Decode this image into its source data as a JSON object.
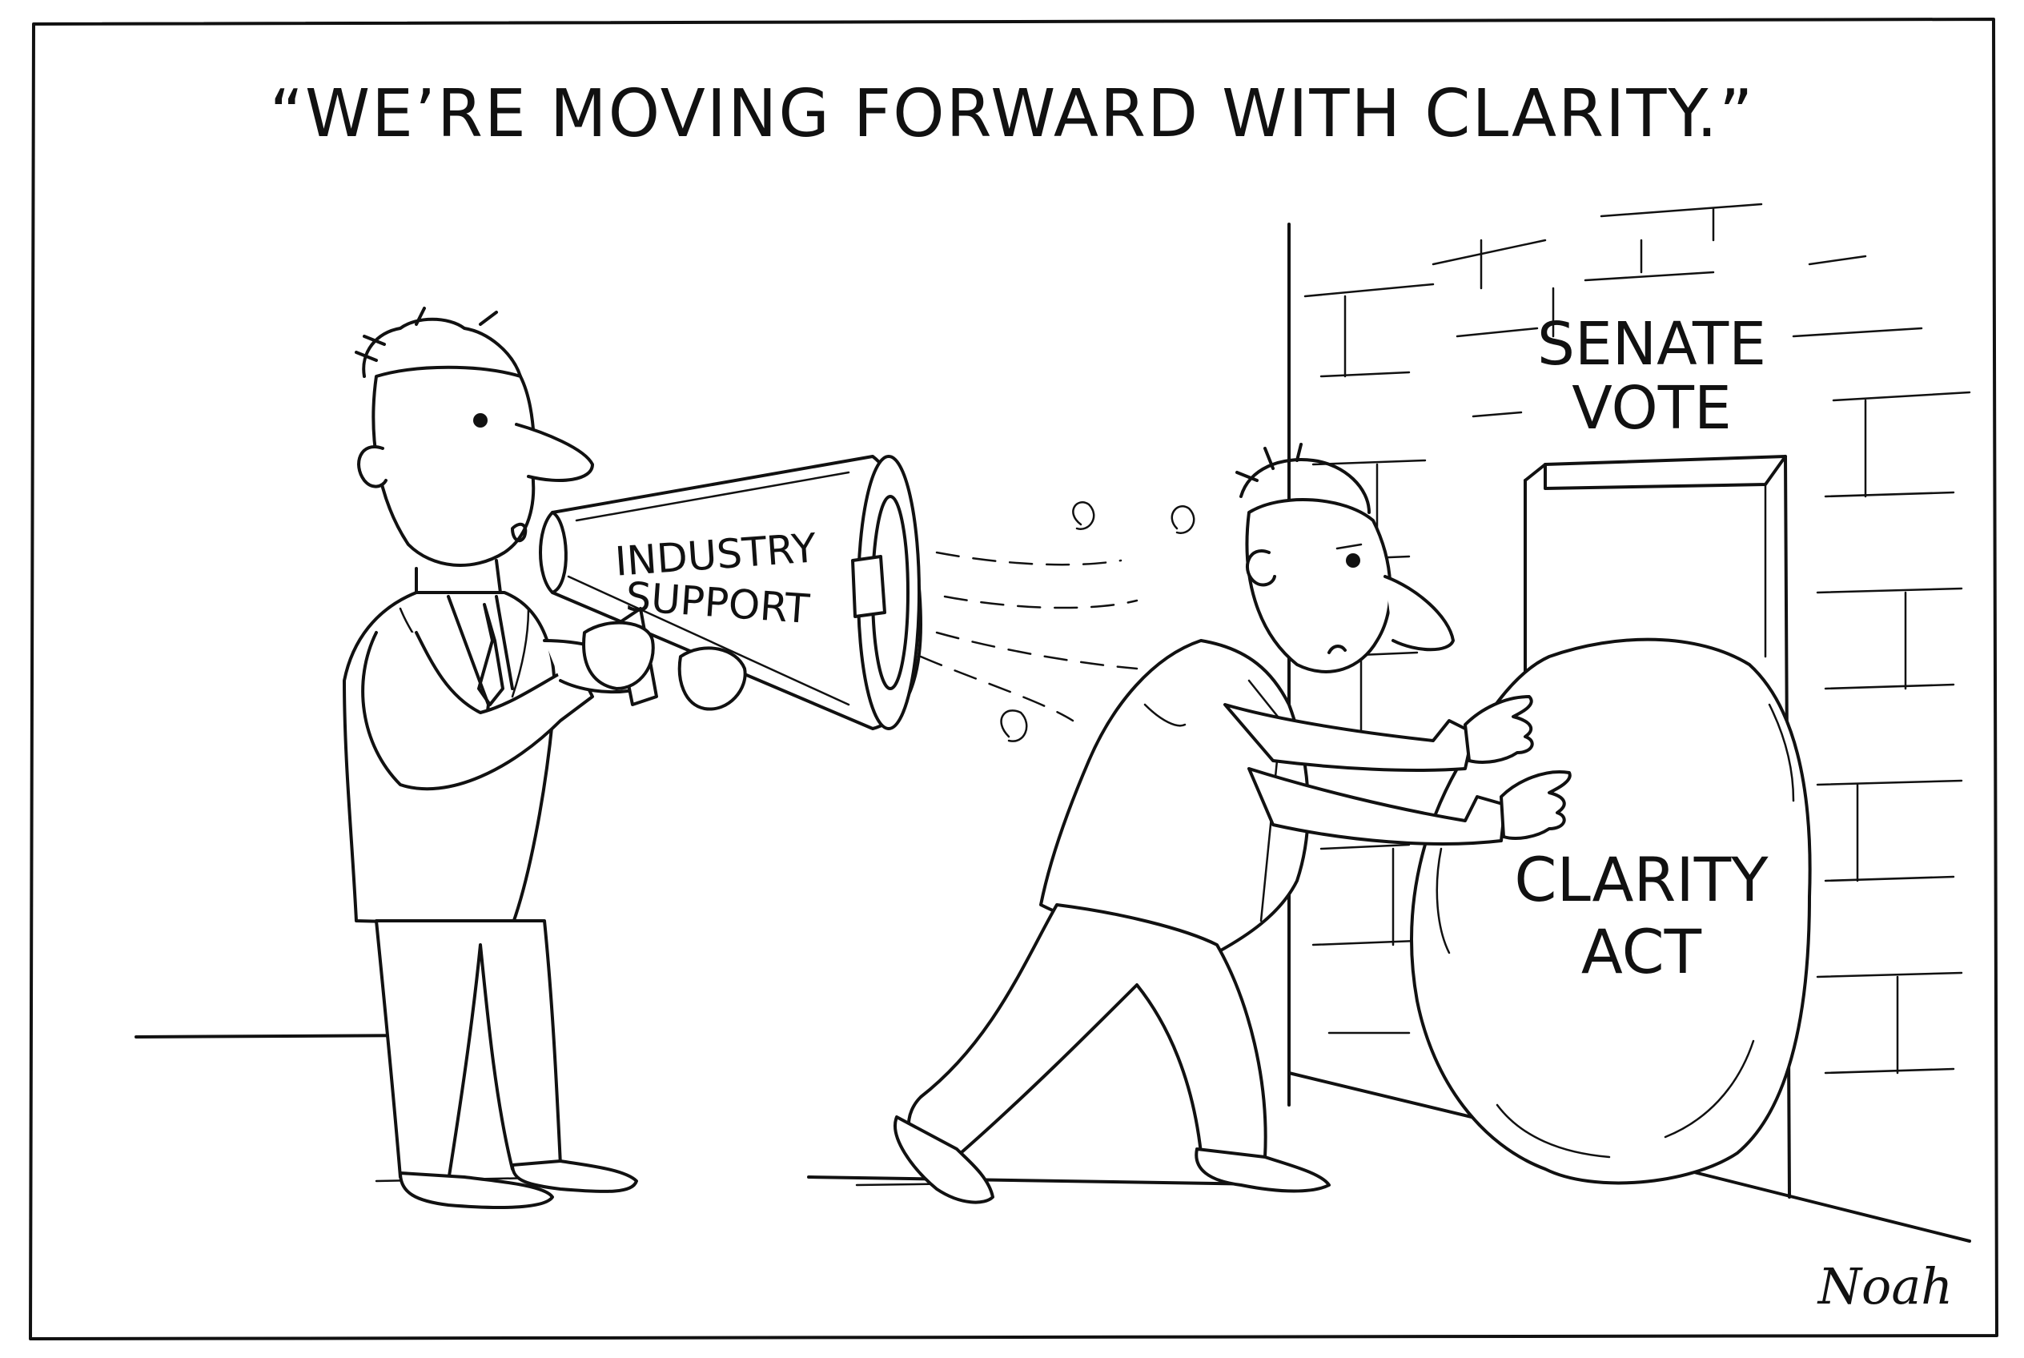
{
  "cartoon": {
    "caption": "“WE’RE MOVING FORWARD WITH CLARITY.”",
    "megaphone_label_line1": "INDUSTRY",
    "megaphone_label_line2": "SUPPORT",
    "door_label_line1": "SENATE",
    "door_label_line2": "VOTE",
    "boulder_label_line1": "CLARITY",
    "boulder_label_line2": "ACT",
    "signature": "Noah"
  }
}
